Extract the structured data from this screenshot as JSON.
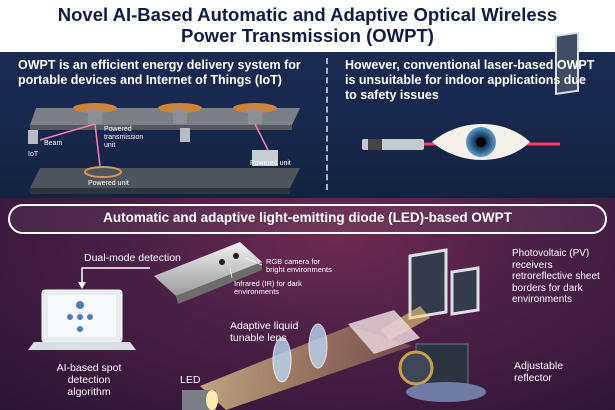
{
  "header": {
    "title_line1": "Novel AI-Based Automatic and Adaptive Optical Wireless",
    "title_line2": "Power Transmission (OWPT)"
  },
  "left_panel": {
    "caption_line1": "OWPT is an efficient energy delivery system for",
    "caption_line2": "portable devices and Internet of Things (IoT)",
    "labels": {
      "powered_transmission_unit_1": "Powered",
      "powered_transmission_unit_2": "transmission",
      "powered_transmission_unit_3": "unit",
      "beam": "Beam",
      "iot": "IoT",
      "powered_unit_left": "Powered unit",
      "powered_unit_right": "Powered unit"
    }
  },
  "right_panel": {
    "caption_line1": "However, conventional laser-based OWPT",
    "caption_line2": "is unsuitable for indoor applications due",
    "caption_line3": "to safety issues"
  },
  "section": {
    "banner": "Automatic and adaptive light-emitting diode (LED)-based OWPT"
  },
  "diagram_labels": {
    "dual_mode": "Dual-mode detection",
    "rgb_1": "RGB camera for",
    "rgb_2": "bright environments",
    "ir_1": "Infrared (IR) for dark",
    "ir_2": "environments",
    "pv_1": "Photovoltaic (PV)",
    "pv_2": "receivers",
    "pv_3": "retroreflective sheet",
    "pv_4": "borders for dark",
    "pv_5": "environments",
    "lens_1": "Adaptive liquid",
    "lens_2": "tunable lens",
    "ai_1": "AI-based spot",
    "ai_2": "detection algorithm",
    "led": "LED",
    "reflector_1": "Adjustable",
    "reflector_2": "reflector"
  }
}
